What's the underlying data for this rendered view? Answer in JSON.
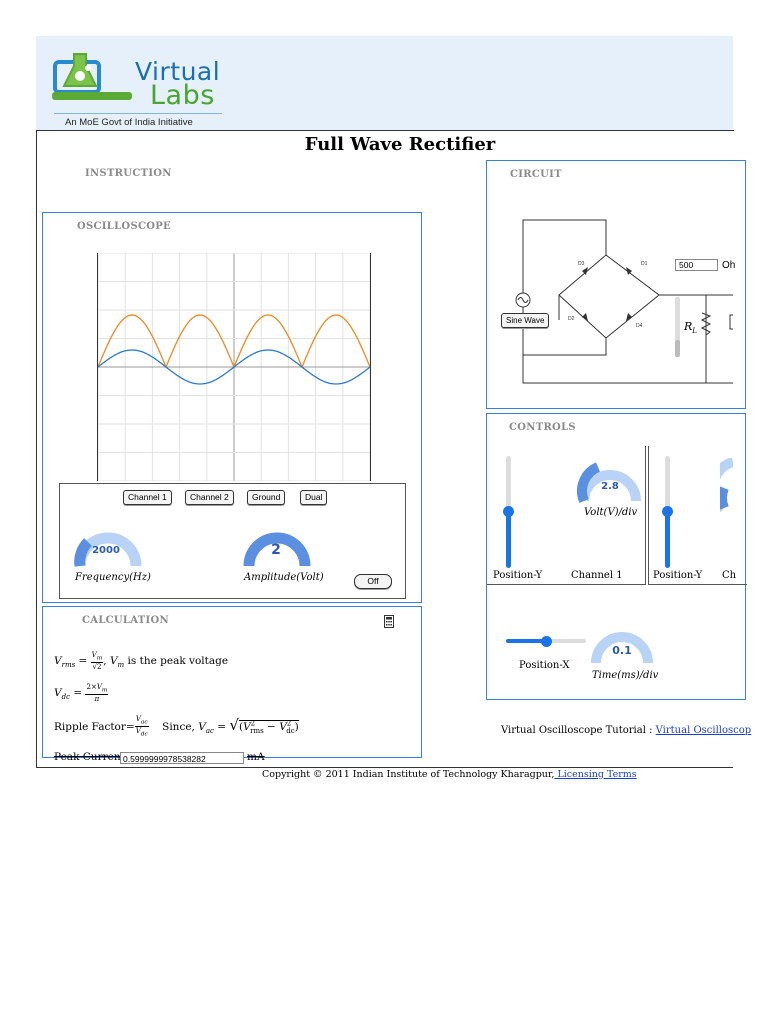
{
  "header": {
    "logo_line1": "Virtual",
    "logo_line2": "Labs",
    "tagline": "An MoE Govt of India Initiative"
  },
  "page_title": "Full Wave Rectifier",
  "sections": {
    "instruction": "INSTRUCTION",
    "oscilloscope": "OSCILLOSCOPE",
    "calculation": "CALCULATION",
    "circuit": "CIRCUIT",
    "controls": "CONTROLS"
  },
  "scope": {
    "channel_buttons": [
      "Channel 1",
      "Channel 2",
      "Ground",
      "Dual"
    ],
    "frequency": {
      "value": "2000",
      "label": "Frequency(Hz)",
      "level": 0.3
    },
    "amplitude": {
      "value": "2",
      "label": "Amplitude(Volt)",
      "level": 0.5
    },
    "off_button": "Off",
    "trace_colors": {
      "rectified": "#f08a24",
      "input": "#2a7ad0"
    }
  },
  "calculation": {
    "vrms_text": " is the peak voltage",
    "ripple_label": "Ripple Factor=",
    "since_label": "Since,",
    "peak_current_label": "Peak Current:",
    "peak_current_value": "0.5999999978538282",
    "peak_current_unit": "mA"
  },
  "circuit": {
    "source_button": "Sine Wave",
    "resistance_value": "500",
    "resistance_unit": "Oh",
    "load_label": "RL",
    "diodes": [
      "D1",
      "D2",
      "D3",
      "D4"
    ]
  },
  "controls": {
    "ch1": {
      "position_label": "Position-Y",
      "channel_label": "Channel 1",
      "knob_value": "2.8",
      "knob_label": "Volt(V)/div"
    },
    "ch2": {
      "position_label": "Position-Y",
      "channel_label": "Ch"
    },
    "time": {
      "position_label": "Position-X",
      "knob_value": "0.1",
      "knob_label": "Time(ms)/div"
    }
  },
  "tutorial": {
    "label": "Virtual Oscilloscope Tutorial : ",
    "link": "Virtual Oscilloscop"
  },
  "footer": {
    "copyright": "Copyright © 2011 Indian Institute of Technology Kharagpur,",
    "link": " Licensing Terms"
  },
  "colors": {
    "accent": "#3a7fe0",
    "header_bg": "#e6f0fb",
    "knob_blue": "#5b8fe0",
    "knob_light": "#b9d3f7"
  }
}
